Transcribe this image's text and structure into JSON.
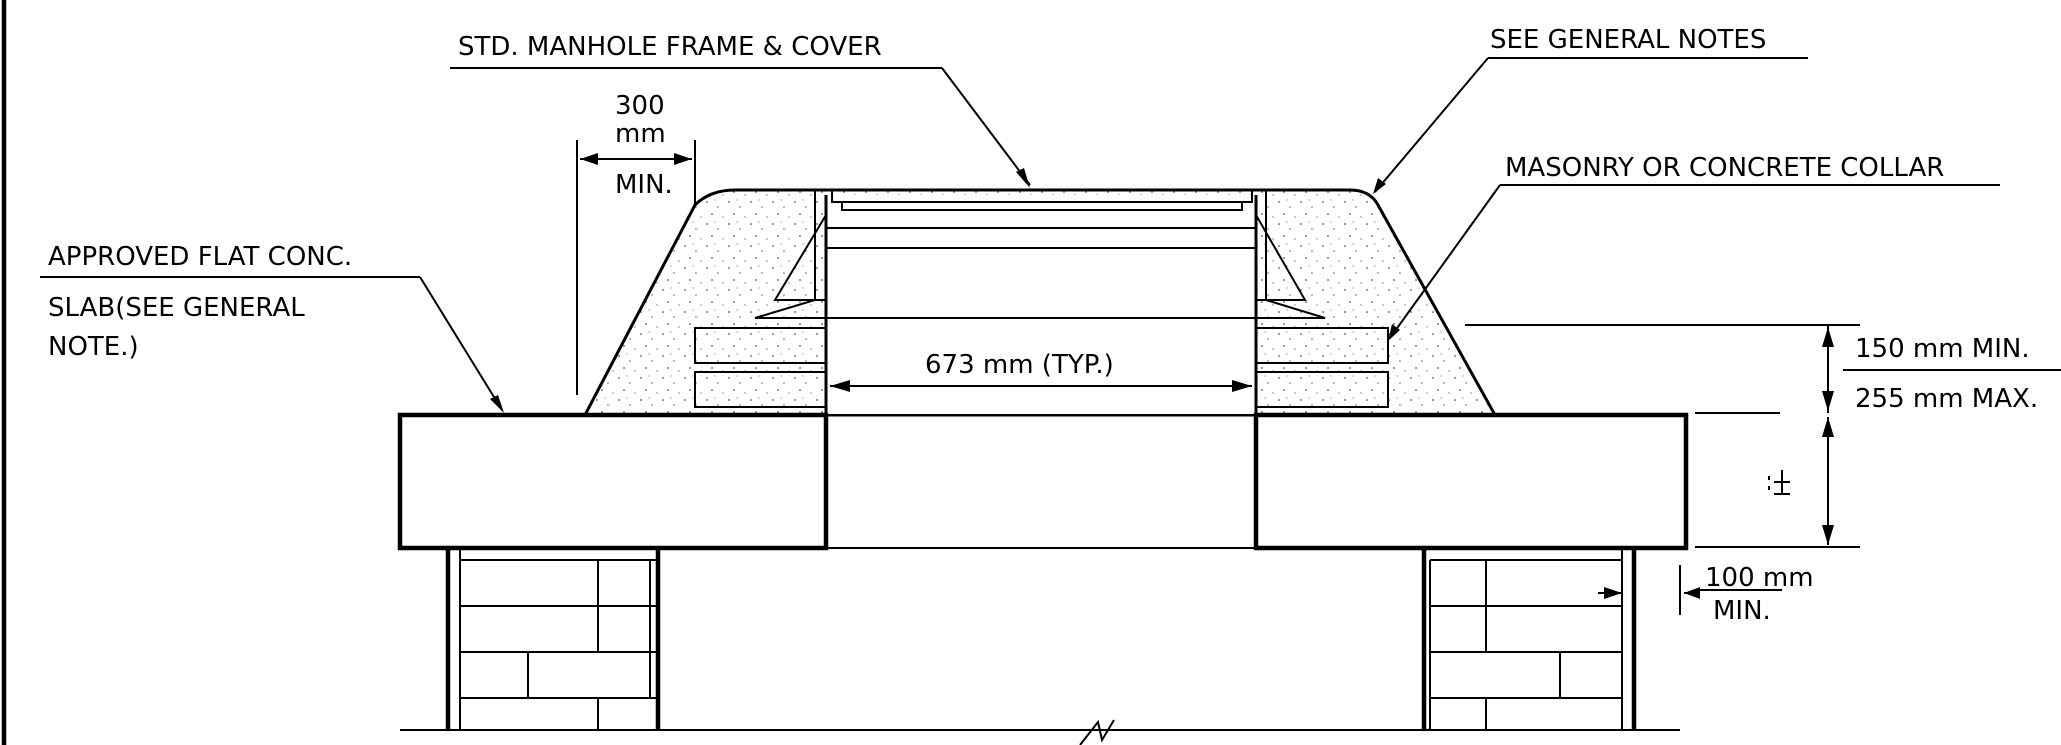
{
  "labels": {
    "frame_cover": "STD. MANHOLE FRAME & COVER",
    "general_notes": "SEE GENERAL NOTES",
    "collar": "MASONRY OR CONCRETE COLLAR",
    "slab_line1": "APPROVED FLAT CONC.",
    "slab_line2": "SLAB(SEE GENERAL",
    "slab_line3": "NOTE.)",
    "dim_300_a": "300",
    "dim_300_b": "mm",
    "dim_300_c": "MIN.",
    "dim_673": "673 mm (TYP.)",
    "dim_150": "150 mm MIN.",
    "dim_255": "255 mm MAX.",
    "dim_100_a": "100 mm",
    "dim_100_b": "MIN."
  }
}
